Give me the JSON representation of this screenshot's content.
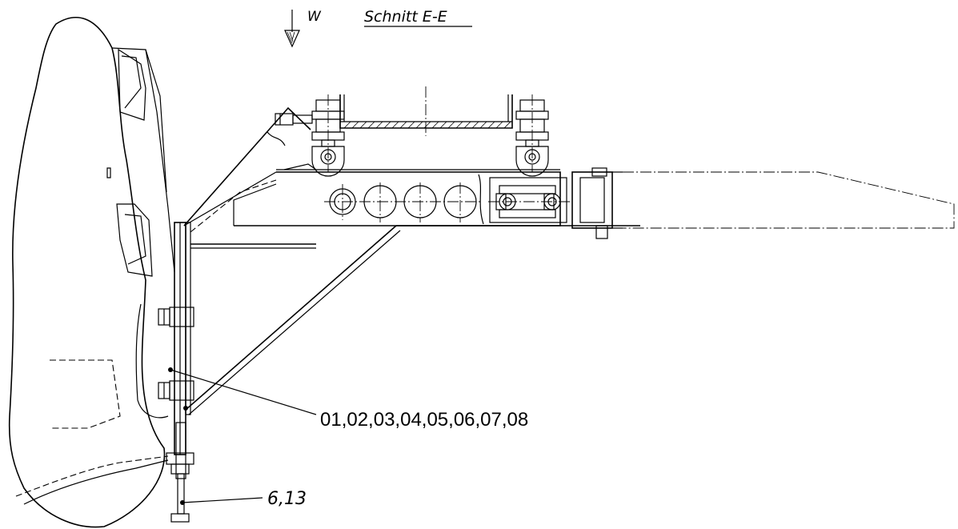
{
  "drawing": {
    "view_arrow_label": "W",
    "section_title": "Schnitt E-E",
    "callout_main": "01,02,03,04,05,06,07,08",
    "callout_secondary": "6,13"
  }
}
